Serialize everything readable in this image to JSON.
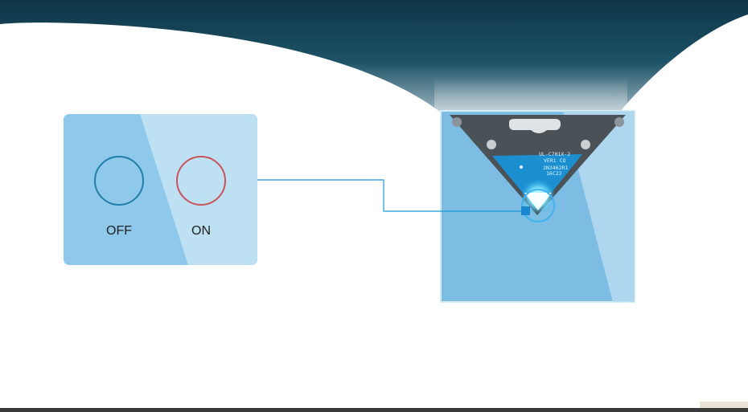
{
  "switch_panel": {
    "off_label": "OFF",
    "on_label": "ON"
  },
  "device": {
    "pcb_lines": [
      "UL-C701X-2",
      "VERi CO",
      "2N2462R1",
      "16C22"
    ]
  },
  "colors": {
    "wave_dark": "#123d4f",
    "panel_blue": "#8ec8ea",
    "glass_blue": "#7dbde3",
    "off_ring": "#1f7fa8",
    "on_ring": "#c9535a",
    "leader_line": "#1a9ad6",
    "pcb_blue": "#1b8fd0"
  }
}
